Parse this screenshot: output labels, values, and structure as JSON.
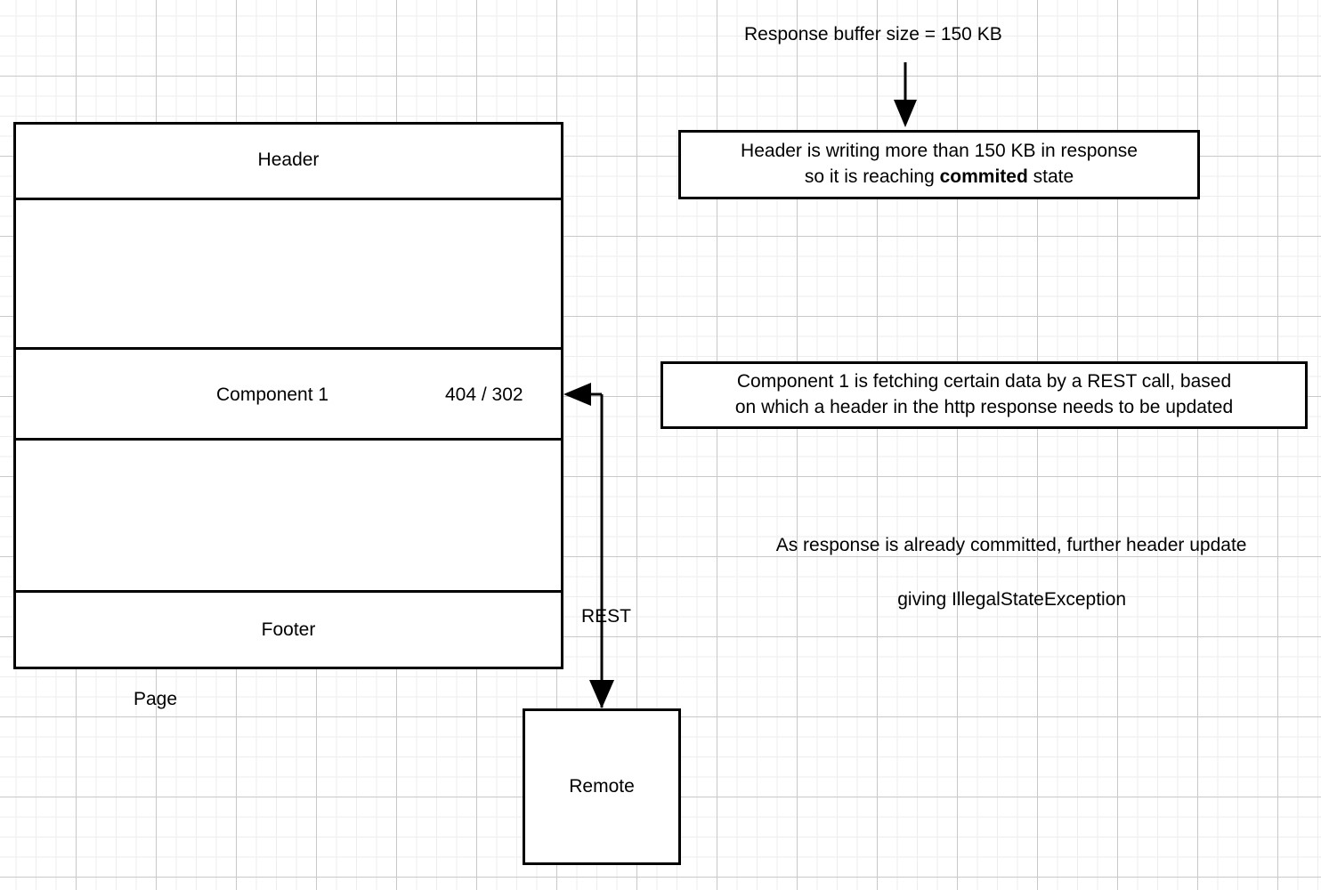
{
  "diagram": {
    "title_note": "Response buffer size = 150 KB",
    "page": {
      "caption": "Page",
      "rows": [
        {
          "label": "Header"
        },
        {
          "label": ""
        },
        {
          "label": "Component 1",
          "code": "404 / 302"
        },
        {
          "label": ""
        },
        {
          "label": "Footer"
        }
      ]
    },
    "remote": {
      "label": "Remote"
    },
    "connectors": {
      "rest_label": "REST"
    },
    "notes": [
      {
        "id": "committed-state-note",
        "line1": "Header is writing more than 150 KB in response",
        "line2_pre": "so it is reaching ",
        "line2_bold": "commited",
        "line2_post": " state"
      },
      {
        "id": "rest-call-note",
        "line1": "Component 1 is fetching certain data by a REST call, based",
        "line2": "on which a header in the http response needs to be updated"
      },
      {
        "id": "illegal-state-note",
        "line1": "As response is already committed, further header update",
        "line2": "giving IllegalStateException"
      }
    ],
    "colors": {
      "stroke": "#000000",
      "fill": "#ffffff",
      "grid_minor": "#ededed",
      "grid_major": "#c9c9c9"
    }
  }
}
